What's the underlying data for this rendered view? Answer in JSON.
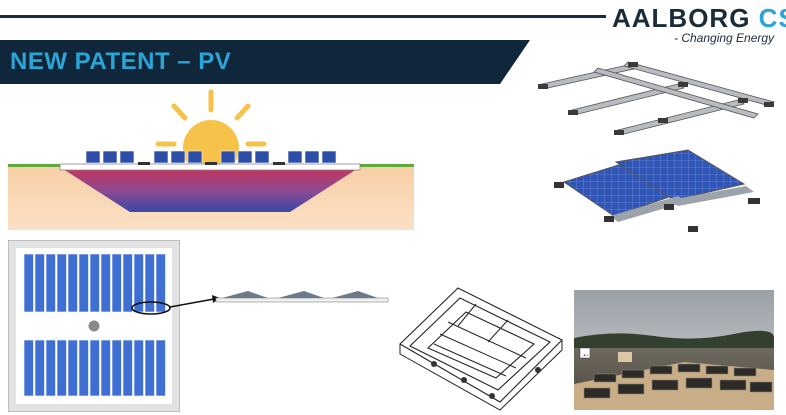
{
  "header": {
    "logo_text_a": "AALBORG ",
    "logo_text_b": "CSP",
    "logo_tagline": "- Changing Energy"
  },
  "banner": {
    "title": "NEW PATENT – PV"
  },
  "colors": {
    "dark_navy": "#10263a",
    "accent_blue": "#2aa5d6",
    "panel_blue": "#2f55b7",
    "sun_yellow": "#f6c24a",
    "sand": "#f8d3ad",
    "ground_green": "#5fa83e"
  },
  "photo": {
    "sign_glyph": "←"
  }
}
